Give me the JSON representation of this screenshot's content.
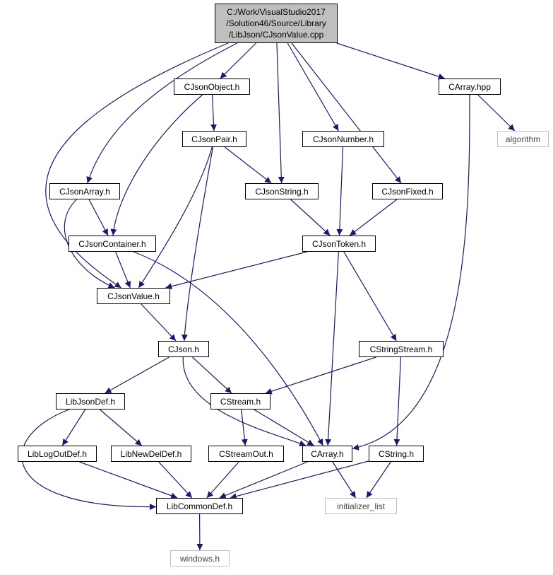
{
  "colors": {
    "edge": "#191970",
    "root_fill": "#bfbfbf",
    "external_border": "#bfbfbf"
  },
  "nodes": {
    "root": {
      "lines": [
        "C:/Work/VisualStudio2017",
        "/Solution46/Source/Library",
        "/LibJson/CJsonValue.cpp"
      ]
    },
    "CJsonObject": "CJsonObject.h",
    "CArrayHpp": "CArray.hpp",
    "algorithm": "algorithm",
    "CJsonPair": "CJsonPair.h",
    "CJsonNumber": "CJsonNumber.h",
    "CJsonArray": "CJsonArray.h",
    "CJsonString": "CJsonString.h",
    "CJsonFixed": "CJsonFixed.h",
    "CJsonContainer": "CJsonContainer.h",
    "CJsonToken": "CJsonToken.h",
    "CJsonValue": "CJsonValue.h",
    "CJson": "CJson.h",
    "CStringStream": "CStringStream.h",
    "LibJsonDef": "LibJsonDef.h",
    "CStream": "CStream.h",
    "LibLogOutDef": "LibLogOutDef.h",
    "LibNewDelDef": "LibNewDelDef.h",
    "CStreamOut": "CStreamOut.h",
    "CArray": "CArray.h",
    "CString": "CString.h",
    "LibCommonDef": "LibCommonDef.h",
    "initializer_list": "initializer_list",
    "windows": "windows.h"
  },
  "edges": [
    [
      "root",
      "CJsonObject"
    ],
    [
      "root",
      "CArrayHpp"
    ],
    [
      "root",
      "CJsonNumber"
    ],
    [
      "root",
      "CJsonArray"
    ],
    [
      "root",
      "CJsonString"
    ],
    [
      "root",
      "CJsonFixed"
    ],
    [
      "root",
      "CJsonValue"
    ],
    [
      "CArrayHpp",
      "algorithm"
    ],
    [
      "CArrayHpp",
      "CArray"
    ],
    [
      "CJsonObject",
      "CJsonPair"
    ],
    [
      "CJsonObject",
      "CJsonContainer"
    ],
    [
      "CJsonPair",
      "CJsonString"
    ],
    [
      "CJsonPair",
      "CJsonValue"
    ],
    [
      "CJsonPair",
      "CJson"
    ],
    [
      "CJsonNumber",
      "CJsonToken"
    ],
    [
      "CJsonString",
      "CJsonToken"
    ],
    [
      "CJsonFixed",
      "CJsonToken"
    ],
    [
      "CJsonArray",
      "CJsonContainer"
    ],
    [
      "CJsonArray",
      "CJsonValue"
    ],
    [
      "CJsonContainer",
      "CJsonValue"
    ],
    [
      "CJsonContainer",
      "CArray"
    ],
    [
      "CJsonToken",
      "CJsonValue"
    ],
    [
      "CJsonToken",
      "CStringStream"
    ],
    [
      "CJsonToken",
      "CArray"
    ],
    [
      "CJsonValue",
      "CJson"
    ],
    [
      "CJson",
      "LibJsonDef"
    ],
    [
      "CJson",
      "CStream"
    ],
    [
      "CJson",
      "CArray"
    ],
    [
      "CStringStream",
      "CStream"
    ],
    [
      "CStringStream",
      "CString"
    ],
    [
      "LibJsonDef",
      "LibLogOutDef"
    ],
    [
      "LibJsonDef",
      "LibNewDelDef"
    ],
    [
      "LibJsonDef",
      "LibCommonDef"
    ],
    [
      "CStream",
      "CStreamOut"
    ],
    [
      "CStream",
      "CArray"
    ],
    [
      "LibLogOutDef",
      "LibCommonDef"
    ],
    [
      "LibNewDelDef",
      "LibCommonDef"
    ],
    [
      "CStreamOut",
      "LibCommonDef"
    ],
    [
      "CArray",
      "LibCommonDef"
    ],
    [
      "CArray",
      "initializer_list"
    ],
    [
      "CString",
      "LibCommonDef"
    ],
    [
      "CString",
      "initializer_list"
    ],
    [
      "LibCommonDef",
      "windows"
    ]
  ]
}
